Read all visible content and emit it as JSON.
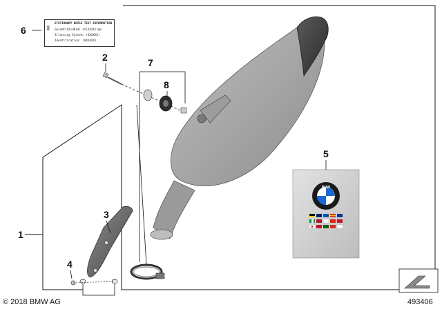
{
  "callouts": {
    "c1": "1",
    "c2": "2",
    "c3": "3",
    "c4": "4",
    "c5": "5",
    "c6": "6",
    "c7": "7",
    "c8": "8"
  },
  "noise_label": {
    "heading": "STATIONARY NOISE TEST INFORMATION",
    "line1": "Gesamt(XX)dB(A) at(XXXX)rpm",
    "line2": "Silencing System: (XXXXXX)",
    "line3": "Identification: (XXXXXX)",
    "side_text": "BMW"
  },
  "booklet": {
    "logo_text": "BMW"
  },
  "footer": {
    "copyright": "© 2018 BMW AG",
    "diagram_number": "493406"
  },
  "colors": {
    "muffler_body": "#a9a9a9",
    "muffler_shade": "#8a8a8a",
    "end_cap": "#3a3a3a",
    "booklet": "#cfcfcf",
    "bmw_blue": "#1c69d4",
    "line": "#111111"
  }
}
